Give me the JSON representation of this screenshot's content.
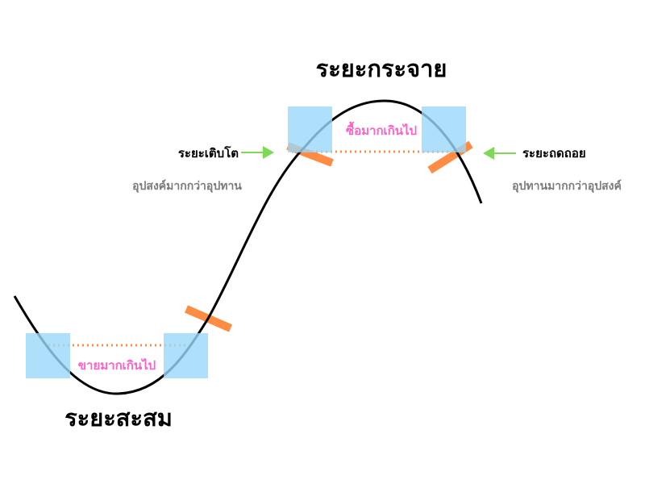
{
  "phases": {
    "distribution": "ระยะกระจาย",
    "accumulation": "ระยะสะสม",
    "markup": "ระยะเติบโต",
    "markdown": "ระยะถดถอย"
  },
  "notes": {
    "demand_exceeds_supply": "อุปสงค์มากกว่าอุปทาน",
    "supply_exceeds_demand": "อุปทานมากกว่าอุปสงค์",
    "overbought": "ซื้อมากเกินไป",
    "oversold": "ขายมากเกินไป"
  },
  "colors": {
    "curve": "#000000",
    "zone": "#9ad8fb",
    "bar": "#ff8c42",
    "dotted": "#ff8c42",
    "arrow": "#7ed957",
    "pink": "#ff5fc8",
    "gray_text": "#7a7a7a"
  }
}
